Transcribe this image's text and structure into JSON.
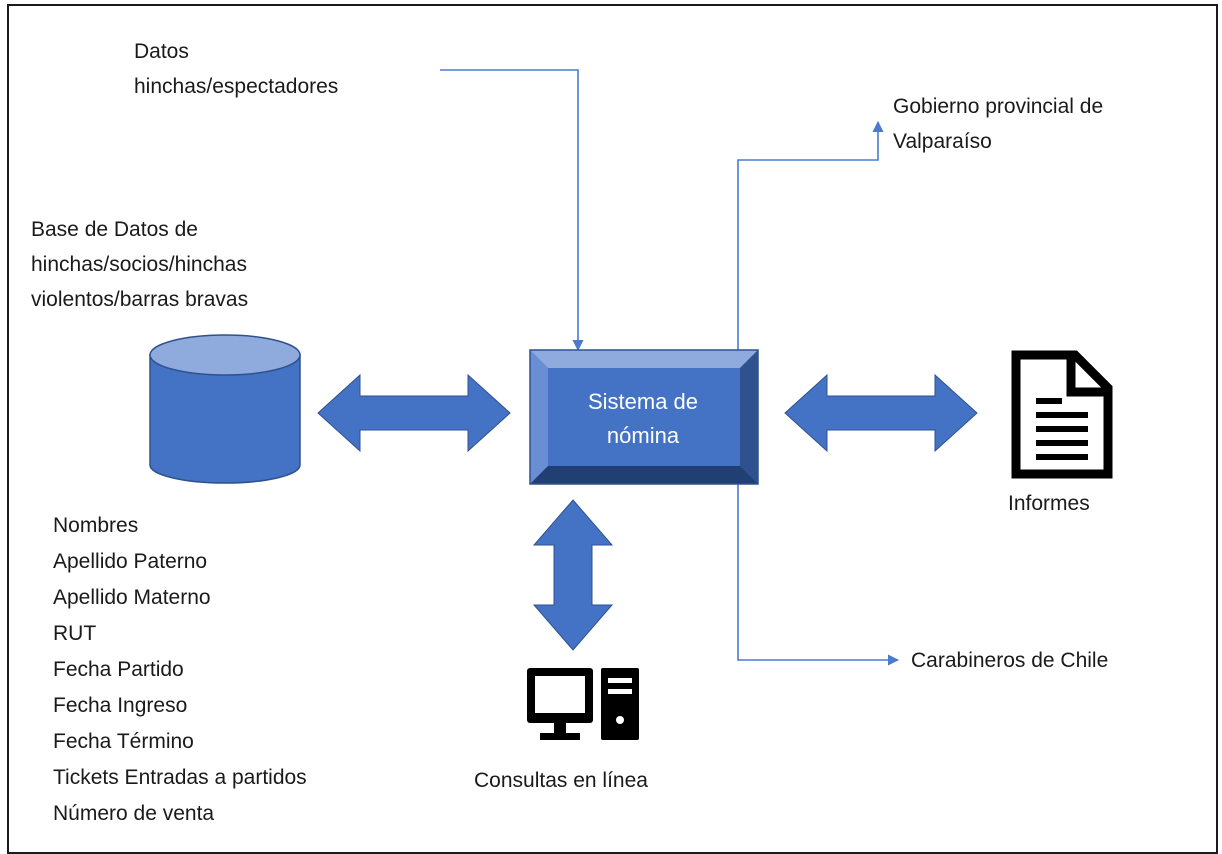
{
  "diagram": {
    "nodes": {
      "input_data": {
        "lines": [
          "Datos",
          "hinchas/espectadores"
        ]
      },
      "database": {
        "lines": [
          "Base de Datos de",
          "hinchas/socios/hinchas",
          "violentos/barras bravas"
        ],
        "icon": "database-cylinder-icon"
      },
      "system": {
        "lines": [
          "Sistema de",
          "nómina"
        ]
      },
      "reports": {
        "label": "Informes",
        "icon": "document-icon"
      },
      "online": {
        "label": "Consultas en línea",
        "icon": "desktop-computer-icon"
      },
      "gobierno": {
        "lines": [
          "Gobierno provincial de",
          "Valparaíso"
        ]
      },
      "carabineros": {
        "label": "Carabineros de Chile"
      }
    },
    "database_fields": [
      "Nombres",
      "Apellido Paterno",
      "Apellido Materno",
      "RUT",
      "Fecha Partido",
      "Fecha Ingreso",
      "Fecha Término",
      "Tickets Entradas a partidos",
      "Número de venta"
    ],
    "edges": [
      {
        "from": "input_data",
        "to": "system",
        "style": "thin-arrow"
      },
      {
        "from": "database",
        "to": "system",
        "style": "double-block-arrow"
      },
      {
        "from": "system",
        "to": "reports",
        "style": "double-block-arrow"
      },
      {
        "from": "system",
        "to": "online",
        "style": "double-block-arrow"
      },
      {
        "from": "system",
        "to": "gobierno",
        "style": "thin-arrow"
      },
      {
        "from": "system",
        "to": "carabineros",
        "style": "thin-arrow"
      }
    ],
    "colors": {
      "primary_blue": "#4472c4",
      "dark_blue": "#2f528f",
      "line_blue": "#4a7bd0",
      "text": "#1a1a1a",
      "icon_black": "#000000"
    }
  }
}
